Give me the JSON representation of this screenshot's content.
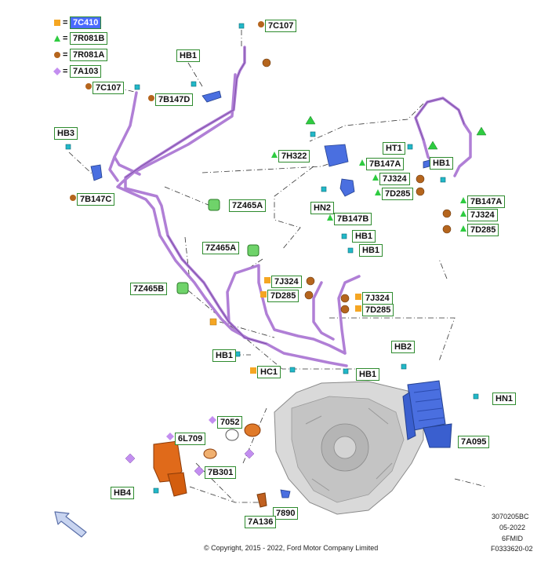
{
  "legend": [
    {
      "symbol": "square",
      "color": "#f5a623",
      "eq": "=",
      "code": "7C410",
      "highlighted": true
    },
    {
      "symbol": "triangle",
      "color": "#2ecc40",
      "eq": "=",
      "code": "7R081B",
      "highlighted": false
    },
    {
      "symbol": "circle",
      "color": "#b5651d",
      "eq": "=",
      "code": "7R081A",
      "highlighted": false
    },
    {
      "symbol": "diamond",
      "color": "#c38ef0",
      "eq": "=",
      "code": "7A103",
      "highlighted": false
    }
  ],
  "labels": {
    "c7c107_top": "7C107",
    "hb1_top": "HB1",
    "c7c107_left": "7C107",
    "c7b147d": "7B147D",
    "hb3": "HB3",
    "c7b147c": "7B147C",
    "c7h322": "7H322",
    "ht1": "HT1",
    "c7b147a_mid": "7B147A",
    "hb1_right": "HB1",
    "c7j324_mid": "7J324",
    "c7d285_mid": "7D285",
    "c7b147a_right": "7B147A",
    "c7j324_right": "7J324",
    "c7d285_right": "7D285",
    "c7z465a_1": "7Z465A",
    "hn2": "HN2",
    "c7b147b": "7B147B",
    "hb1_c1": "HB1",
    "hb1_c2": "HB1",
    "c7z465a_2": "7Z465A",
    "c7z465b": "7Z465B",
    "c7j324_c": "7J324",
    "c7d285_c": "7D285",
    "c7j324_c2": "7J324",
    "c7d285_c2": "7D285",
    "hb2": "HB2",
    "hb1_low": "HB1",
    "hc1": "HC1",
    "hb1_low2": "HB1",
    "hn1": "HN1",
    "c7052": "7052",
    "c6l709": "6L709",
    "c7b301": "7B301",
    "c7a095": "7A095",
    "hb4": "HB4",
    "c7890": "7890",
    "c7a136": "7A136"
  },
  "footer": {
    "copyright": "© Copyright, 2015 - 2022, Ford Motor Company Limited",
    "ref_code": "3070205BC",
    "date": "05-2022",
    "model": "6FMID",
    "figure": "F0333620-02"
  },
  "colors": {
    "label_border": "#2e8b2e",
    "highlight_bg": "#4a6bff",
    "pipe": "#b07fd6",
    "pipe_dark": "#7d4fa8",
    "cooler": "#4a6fe0",
    "bracket": "#3a5fcf",
    "orange_part": "#e06a1a",
    "cyan_bolt": "#22b8c8",
    "transmission": "#d6d6d6"
  },
  "icons": {
    "nav": "previous-arrow-icon"
  }
}
